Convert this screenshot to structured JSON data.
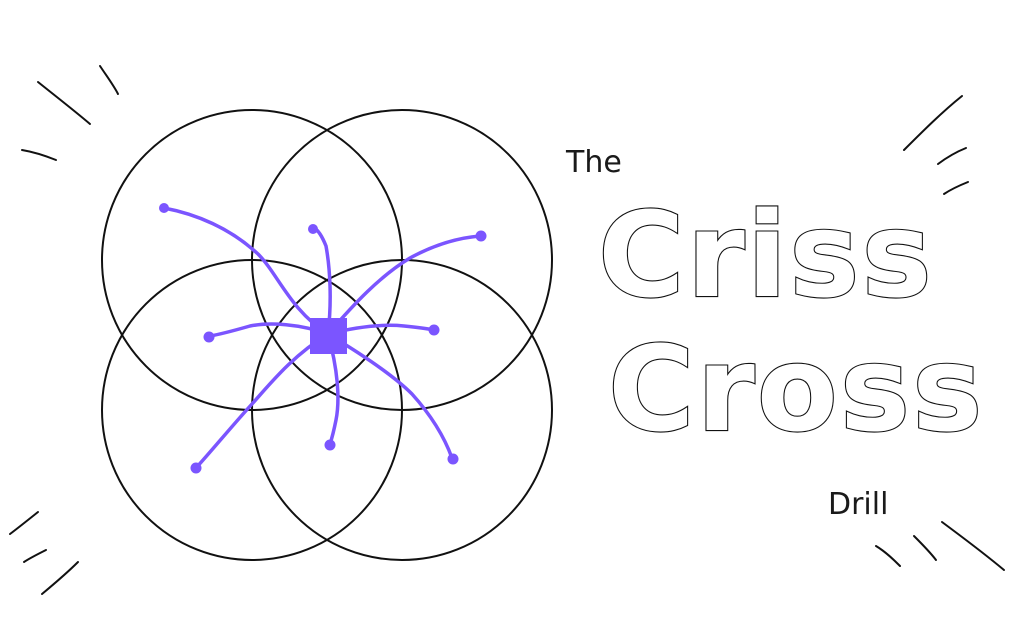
{
  "title": {
    "prefix": "The",
    "line1": "Criss",
    "line2": "Cross",
    "suffix": "Drill"
  },
  "colors": {
    "ink": "#111111",
    "accent": "#7b55ff",
    "background": "#ffffff"
  },
  "diagram": {
    "circle_count": 4,
    "center_marker": "square",
    "spoke_count": 8
  }
}
